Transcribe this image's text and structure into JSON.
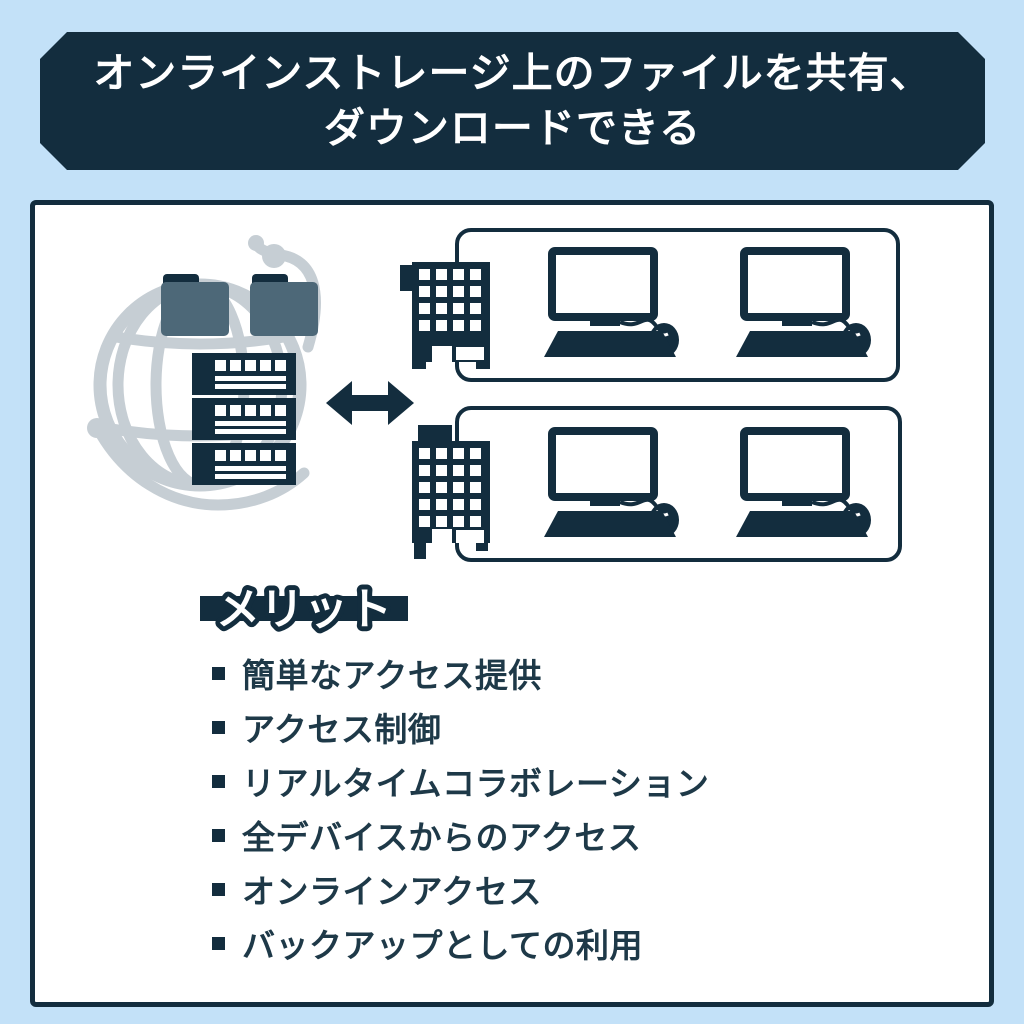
{
  "header": {
    "title_line1": "オンラインストレージ上のファイルを共有、",
    "title_line2": "ダウンロードできる"
  },
  "diagram": {
    "left_group_icons": [
      "globe-network",
      "shared-folder",
      "shared-folder",
      "storage-server-rack"
    ],
    "link_icon": "double-headed-arrow",
    "office_groups": [
      {
        "name": "office-building-1",
        "computers": 2
      },
      {
        "name": "office-building-2",
        "computers": 2
      }
    ]
  },
  "merits": {
    "label": "メリット",
    "items": [
      "簡単なアクセス提供",
      "アクセス制御",
      "リアルタイムコラボレーション",
      "全デバイスからのアクセス",
      "オンラインアクセス",
      "バックアップとしての利用"
    ]
  },
  "colors": {
    "dark_navy": "#132d3e",
    "light_blue_background": "#c3e1f8",
    "folder_slate": "#4d6878",
    "globe_gray": "#c6ced4",
    "white": "#ffffff",
    "list_text": "#1e3948"
  }
}
